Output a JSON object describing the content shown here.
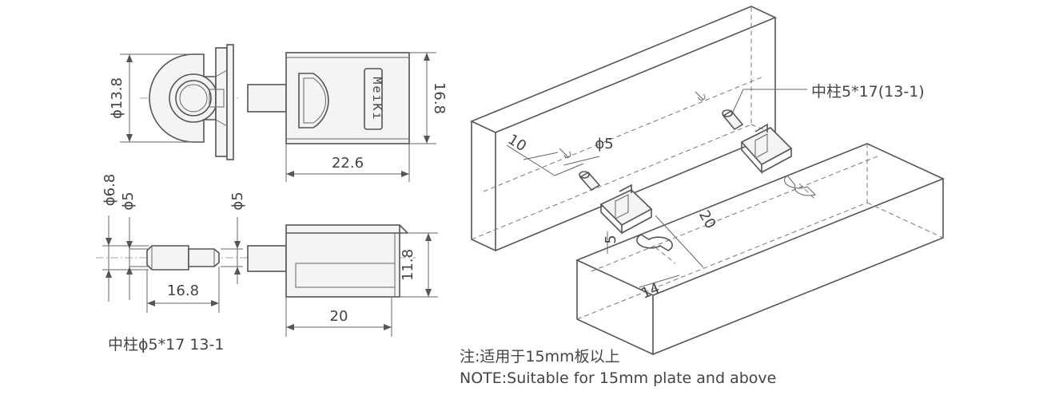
{
  "dimensions": {
    "front_diameter": "ϕ13.8",
    "side_height": "16.8",
    "side_width": "22.6",
    "pin_outer_diameter": "ϕ6.8",
    "pin_inner_diameter": "ϕ5",
    "pin_tip_diameter": "ϕ5",
    "pin_length": "16.8",
    "bottom_height": "11.8",
    "bottom_width": "20",
    "iso_hole_offset": "10",
    "iso_hole_diameter": "ϕ5",
    "iso_groove_depth": "20",
    "iso_groove_width": "14",
    "iso_groove_edge": "5"
  },
  "labels": {
    "pin_part": "中柱ϕ5*17  13-1",
    "center_pin_callout": "中柱5*17(13-1)",
    "logo": "MeiKi",
    "note_cn": "注:适用于15mm板以上",
    "note_en": "NOTE:Suitable for 15mm plate and above"
  }
}
